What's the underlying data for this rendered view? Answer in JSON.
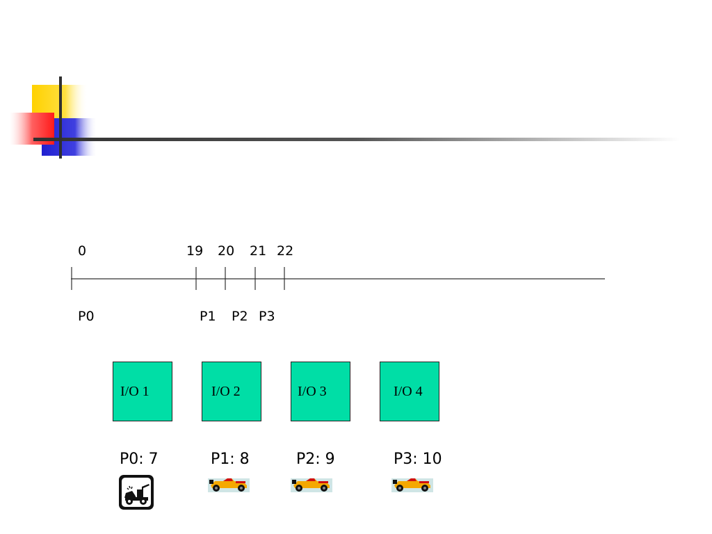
{
  "timeline": {
    "ticks": [
      "0",
      "19",
      "20",
      "21",
      "22"
    ],
    "processes": [
      "P0",
      "P1",
      "P2",
      "P3"
    ]
  },
  "io_devices": [
    "I/O 1",
    "I/O 2",
    "I/O 3",
    "I/O 4"
  ],
  "jobs": [
    "P0: 7",
    "P1: 8",
    "P2: 9",
    "P3: 10"
  ],
  "icons": {
    "waiting": "tow-truck-icon",
    "running": "race-car-icon"
  },
  "colors": {
    "io_box": "#00dea6",
    "ornament_yellow": "#ffd100",
    "ornament_red": "#ff2020",
    "ornament_blue": "#2020d0"
  }
}
